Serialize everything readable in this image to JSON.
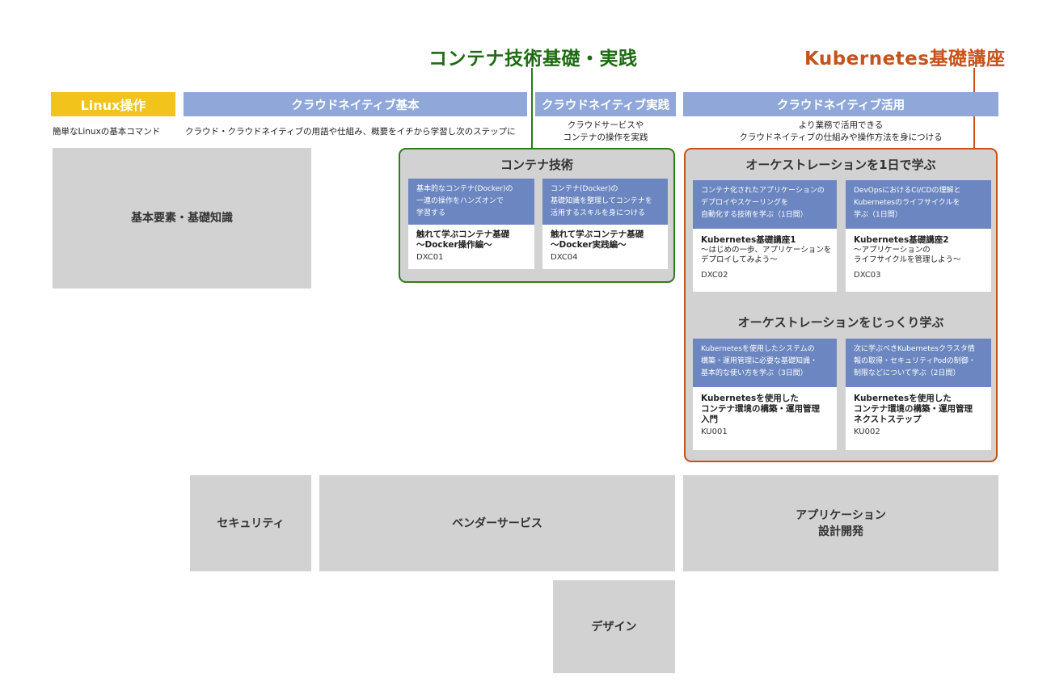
{
  "callouts": {
    "container": "コンテナ技術基礎・実践",
    "kubernetes": "Kubernetes基礎講座"
  },
  "headers": {
    "linux": "Linux操作",
    "cn_basic": "クラウドネイティブ基本",
    "cn_practice": "クラウドネイティブ実践",
    "cn_applied": "クラウドネイティブ活用"
  },
  "descriptions": {
    "linux": "簡単なLinuxの基本コマンド",
    "cn_basic": "クラウド・クラウドネイティブの用語や仕組み、概要をイチから学習し次のステップに",
    "cn_practice_1": "クラウドサービスや",
    "cn_practice_2": "コンテナの操作を実践",
    "cn_applied_1": "より業務で活用できる",
    "cn_applied_2": "クラウドネイティブの仕組みや操作方法を身につける"
  },
  "blocks": {
    "basics": "基本要素・基礎知識",
    "security": "セキュリティ",
    "vendor": "ベンダーサービス",
    "appdev_1": "アプリケーション",
    "appdev_2": "設計開発",
    "design": "デザイン"
  },
  "groups": {
    "container_tech": {
      "title": "コンテナ技術",
      "cards": [
        {
          "head": [
            "基本的なコンテナ(Docker)の",
            "一連の操作をハンズオンで",
            "学習する"
          ],
          "title": [
            "触れて学ぶコンテナ基礎",
            "〜Docker操作編〜"
          ],
          "sub": [],
          "code": "DXC01"
        },
        {
          "head": [
            "コンテナ(Docker)の",
            "基礎知識を整理してコンテナを",
            "活用するスキルを身につける"
          ],
          "title": [
            "触れて学ぶコンテナ基礎",
            "〜Docker実践編〜"
          ],
          "sub": [],
          "code": "DXC04"
        }
      ]
    },
    "orch_1day": {
      "title": "オーケストレーションを1日で学ぶ",
      "cards": [
        {
          "head": [
            "コンテナ化されたアプリケーションの",
            "デプロイやスケーリングを",
            "自動化する技術を学ぶ（1日間）"
          ],
          "title": [
            "Kubernetes基礎講座1"
          ],
          "sub": [
            "〜はじめの一歩、アプリケーションを",
            "デプロイしてみよう〜"
          ],
          "code": "DXC02"
        },
        {
          "head": [
            "DevOpsにおけるCI/CDの理解と",
            "Kubernetesのライフサイクルを",
            "学ぶ（1日間）"
          ],
          "title": [
            "Kubernetes基礎講座2"
          ],
          "sub": [
            "〜アプリケーションの",
            "ライフサイクルを管理しよう〜"
          ],
          "code": "DXC03"
        }
      ]
    },
    "orch_deep": {
      "title": "オーケストレーションをじっくり学ぶ",
      "cards": [
        {
          "head": [
            "Kubernetesを使用したシステムの",
            "構築・運用管理に必要な基礎知識・",
            "基本的な使い方を学ぶ（3日間）"
          ],
          "title": [
            "Kubernetesを使用した",
            "コンテナ環境の構築・運用管理",
            "入門"
          ],
          "sub": [],
          "code": "KU001"
        },
        {
          "head": [
            "次に学ぶべきKubernetesクラスタ情",
            "報の取得・セキュリティPodの制御・",
            "制限などについて学ぶ（2日間）"
          ],
          "title": [
            "Kubernetesを使用した",
            "コンテナ環境の構築・運用管理",
            "ネクストステップ"
          ],
          "sub": [],
          "code": "KU002"
        }
      ]
    }
  }
}
